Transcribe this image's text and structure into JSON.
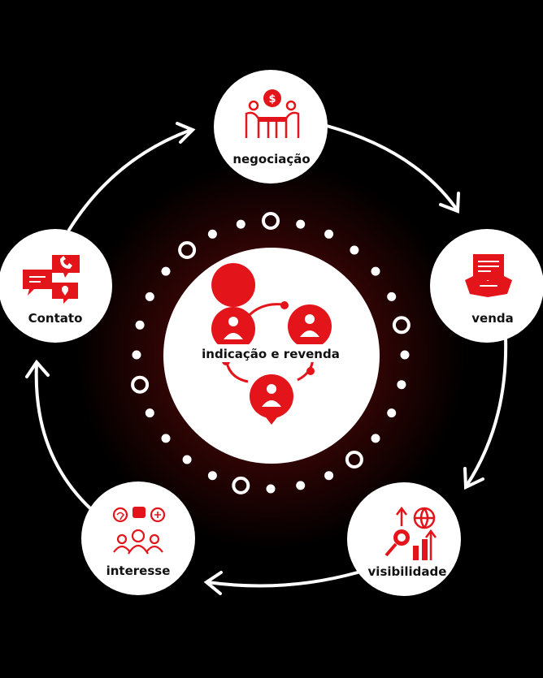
{
  "center": {
    "label": "indicação e revenda"
  },
  "stages": [
    {
      "id": "negociacao",
      "label": "negociação",
      "icon": "negotiation-icon"
    },
    {
      "id": "venda",
      "label": "venda",
      "icon": "handshake-contract-icon"
    },
    {
      "id": "visibilidade",
      "label": "visibilidade",
      "icon": "growth-visibility-icon"
    },
    {
      "id": "interesse",
      "label": "interesse",
      "icon": "audience-engagement-icon"
    },
    {
      "id": "contato",
      "label": "Contato",
      "icon": "chat-contact-icon"
    }
  ],
  "colors": {
    "accent": "#e3151a",
    "background": "#000000",
    "node": "#ffffff",
    "glow": "#6a0a0a"
  }
}
